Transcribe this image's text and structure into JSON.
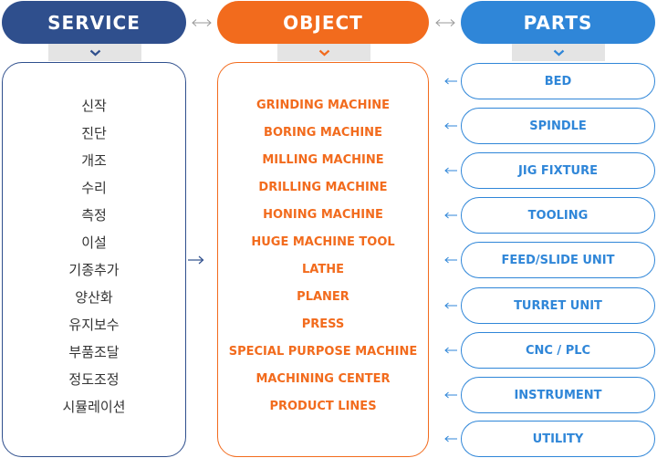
{
  "headers": {
    "service": "SERVICE",
    "object": "OBJECT",
    "parts": "PARTS"
  },
  "service_items": [
    "신작",
    "진단",
    "개조",
    "수리",
    "측정",
    "이설",
    "기종추가",
    "양산화",
    "유지보수",
    "부품조달",
    "정도조정",
    "시뮬레이션"
  ],
  "object_items": [
    "GRINDING MACHINE",
    "BORING MACHINE",
    "MILLING MACHINE",
    "DRILLING MACHINE",
    "HONING MACHINE",
    "HUGE MACHINE TOOL",
    "LATHE",
    "PLANER",
    "PRESS",
    "SPECIAL PURPOSE MACHINE",
    "MACHINING CENTER",
    "PRODUCT LINES"
  ],
  "parts_items": [
    "BED",
    "SPINDLE",
    "JIG FIXTURE",
    "TOOLING",
    "FEED/SLIDE UNIT",
    "TURRET UNIT",
    "CNC / PLC",
    "INSTRUMENT",
    "UTILITY"
  ],
  "colors": {
    "service": "#2f4f8d",
    "object": "#f26b1d",
    "parts": "#2f86d8",
    "tab": "#e4e4e4"
  },
  "icons": {
    "header_link": "double-arrow-icon",
    "tab": "chevron-down-icon",
    "flow": "arrow-right-icon",
    "part_link": "arrow-left-icon"
  }
}
